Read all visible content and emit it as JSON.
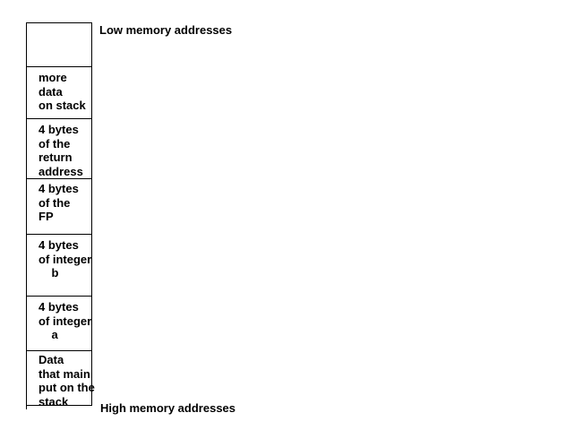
{
  "colors": {
    "background": "#ffffff",
    "line": "#000000",
    "text": "#000000"
  },
  "labels": {
    "low_memory": "Low memory addresses",
    "high_memory": "High memory addresses"
  },
  "stack": {
    "cells": [
      "",
      "more\ndata\non stack",
      "4 bytes\nof the\nreturn\naddress",
      "4 bytes\nof the\nFP",
      "4 bytes\nof integer\n    b",
      "4 bytes\nof integer\n    a",
      "Data\nthat main\nput on the\nstack"
    ]
  }
}
